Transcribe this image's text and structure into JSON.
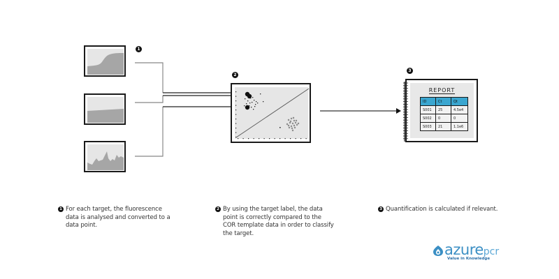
{
  "steps": [
    {
      "number": "1",
      "caption_lines": [
        "For each target, the fluorescence",
        "data is analysed and converted to a",
        "data point."
      ]
    },
    {
      "number": "2",
      "caption_lines": [
        "By using the target label, the data",
        "point is correctly compared to the",
        "COR template data in order to classify",
        "the target."
      ]
    },
    {
      "number": "3",
      "caption_lines": [
        "Quantification is calculated if relevant."
      ]
    }
  ],
  "thumbnails": [
    {
      "name": "sigmoid-amplification-curve"
    },
    {
      "name": "linear-flat-curve"
    },
    {
      "name": "noisy-curve"
    }
  ],
  "report": {
    "title": "REPORT",
    "columns": [
      "ID",
      "Ct",
      "Qt"
    ],
    "rows": [
      [
        "S001",
        "25",
        "4.5e4"
      ],
      [
        "S002",
        "0",
        "0"
      ],
      [
        "S003",
        "21",
        "1.1e6"
      ]
    ],
    "header_color": "#3aa6d0"
  },
  "logo": {
    "brand_main": "azure",
    "brand_suffix": "pcr",
    "tagline": "Value in Knowledge",
    "color": "#3b8fc4"
  }
}
